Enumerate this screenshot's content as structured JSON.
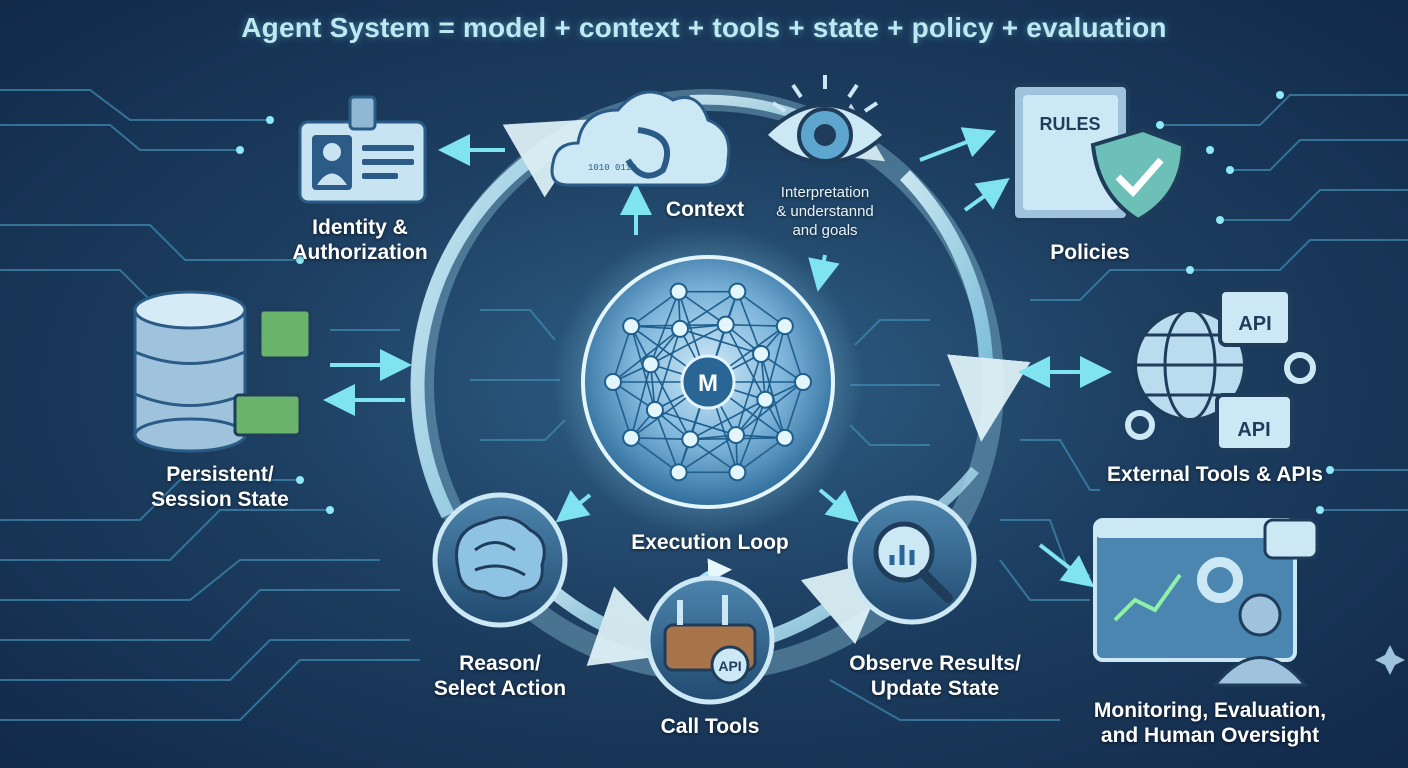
{
  "header": {
    "title": "Agent System = model + context + tools + state + policy + evaluation"
  },
  "center": {
    "model_letter": "M",
    "loop_label": "Execution Loop"
  },
  "components": {
    "identity": {
      "label_line1": "Identity &",
      "label_line2": "Authorization",
      "icon": "id-badge-icon"
    },
    "state": {
      "label_line1": "Persistent/",
      "label_line2": "Session State",
      "icon": "database-icon"
    },
    "context": {
      "label": "Context",
      "icon": "cloud-data-icon"
    },
    "interpretation": {
      "line1": "Interpretation",
      "line2": "& understannd",
      "line3": "and goals",
      "icon": "eye-icon"
    },
    "policies": {
      "label": "Policies",
      "rules_text": "RULES",
      "icon": "rulebook-shield-icon"
    },
    "external_tools": {
      "label": "External Tools & APIs",
      "api_top": "API",
      "api_bottom": "API",
      "icon": "globe-api-icon"
    },
    "monitoring": {
      "label_line1": "Monitoring, Evaluation,",
      "label_line2": "and Human Oversight",
      "icon": "dashboard-person-icon"
    },
    "reason": {
      "label_line1": "Reason/",
      "label_line2": "Select Action",
      "icon": "brain-icon"
    },
    "call_tools": {
      "label": "Call Tools",
      "api_text": "API",
      "icon": "toolbelt-icon"
    },
    "observe": {
      "label_line1": "Observe Results/",
      "label_line2": "Update State",
      "icon": "magnifier-chart-icon"
    }
  },
  "colors": {
    "accent": "#7fe3f0",
    "ring": "#cfeef7",
    "panel": "#2b5d86",
    "glow": "#9fe6ff"
  }
}
